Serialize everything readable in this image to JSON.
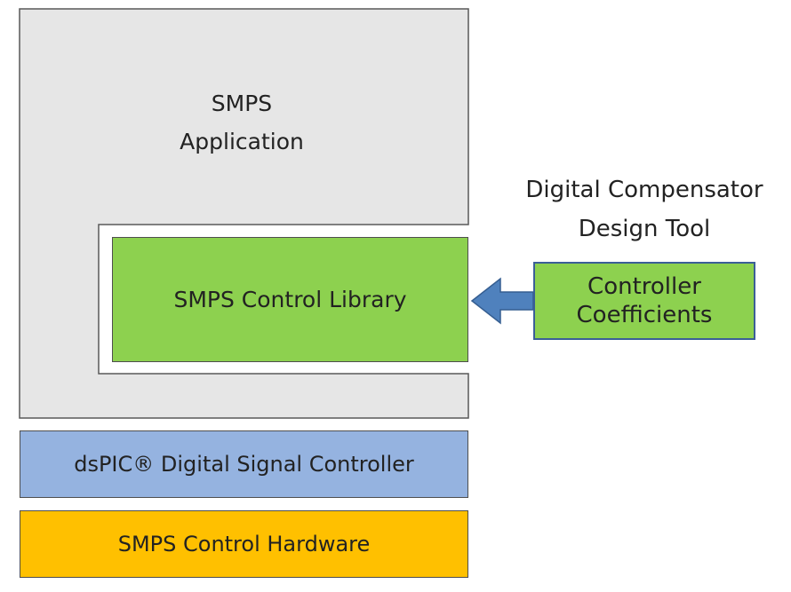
{
  "diagram": {
    "smps_application": {
      "title_line1": "SMPS",
      "title_line2": "Application",
      "fill": "#e6e6e6",
      "stroke": "#595959"
    },
    "smps_control_library": {
      "label": "SMPS Control Library",
      "fill": "#8dd14f",
      "stroke": "#4e4e4e"
    },
    "design_tool": {
      "label_line1": "Digital Compensator",
      "label_line2": "Design Tool"
    },
    "controller_coefficients": {
      "label_line1": "Controller",
      "label_line2": "Coefficients",
      "fill": "#8dd14f",
      "stroke": "#3b5f97"
    },
    "arrow": {
      "fill": "#4f81bd",
      "stroke": "#355e91"
    },
    "dspic_controller": {
      "label": "dsPIC® Digital Signal Controller",
      "fill": "#95b3e0",
      "stroke": "#4e4e4e"
    },
    "smps_control_hardware": {
      "label": "SMPS Control Hardware",
      "fill": "#ffc000",
      "stroke": "#4e4e4e"
    }
  }
}
